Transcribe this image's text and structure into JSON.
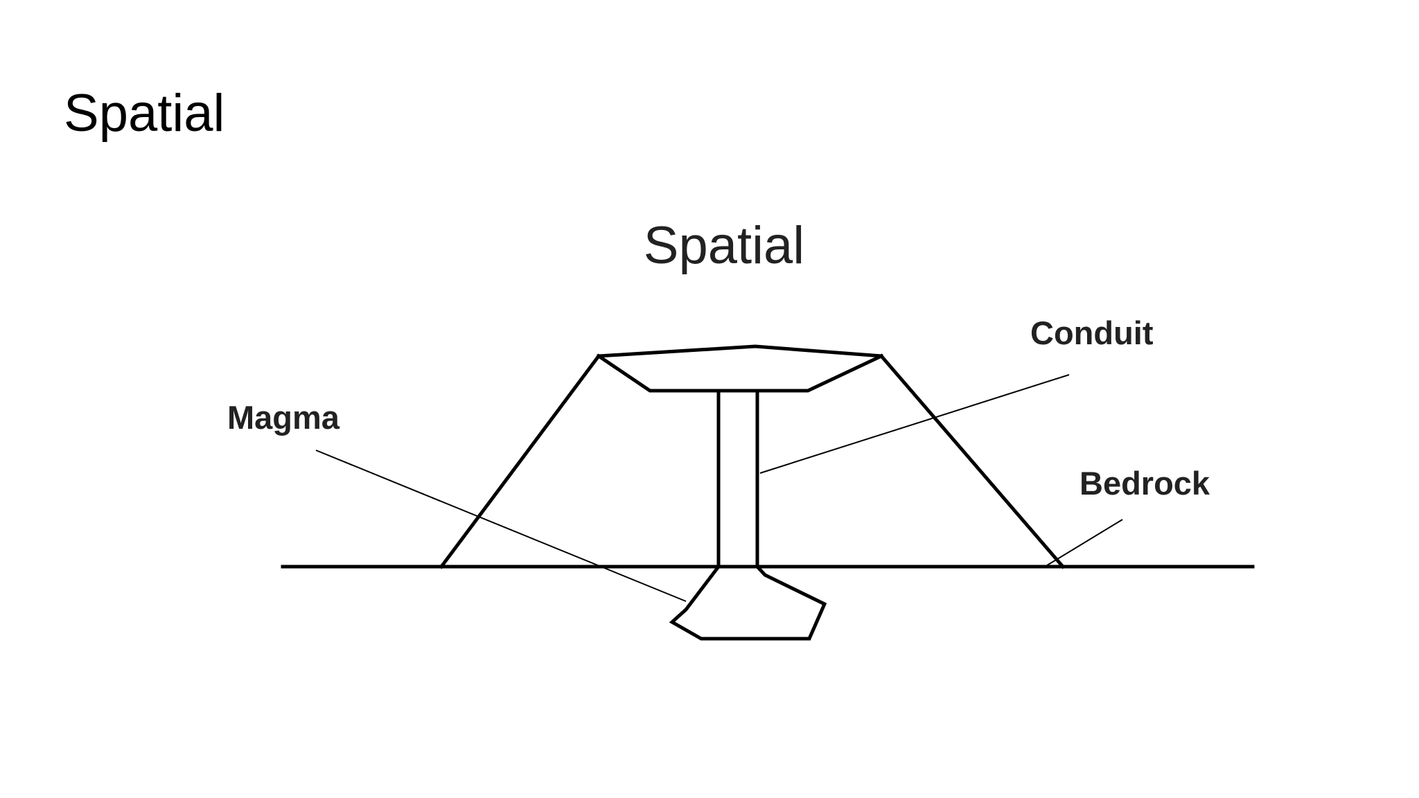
{
  "slide": {
    "title": "Spatial"
  },
  "diagram": {
    "title": "Spatial",
    "labels": {
      "conduit": "Conduit",
      "magma": "Magma",
      "bedrock": "Bedrock"
    }
  }
}
